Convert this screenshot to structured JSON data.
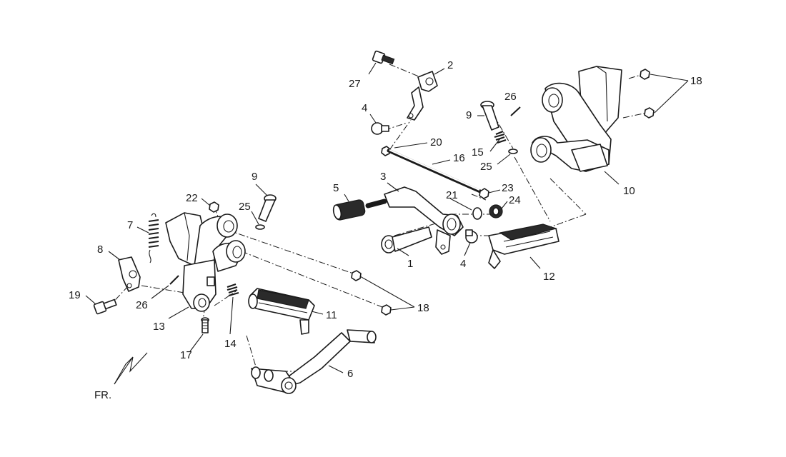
{
  "callouts": {
    "c1": "1",
    "c2": "2",
    "c3": "3",
    "c4a": "4",
    "c4b": "4",
    "c5": "5",
    "c6": "6",
    "c7": "7",
    "c8": "8",
    "c9a": "9",
    "c9b": "9",
    "c10": "10",
    "c11": "11",
    "c12": "12",
    "c13": "13",
    "c14": "14",
    "c15": "15",
    "c16": "16",
    "c17": "17",
    "c18a": "18",
    "c18b": "18",
    "c19": "19",
    "c20": "20",
    "c21": "21",
    "c22": "22",
    "c23": "23",
    "c24": "24",
    "c25a": "25",
    "c25b": "25",
    "c26a": "26",
    "c26b": "26",
    "c27": "27"
  },
  "front_marker": "FR."
}
